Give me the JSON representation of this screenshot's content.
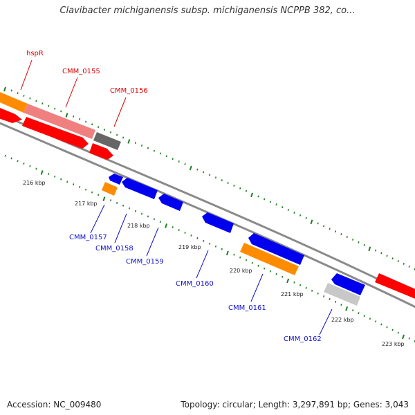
{
  "title": "Clavibacter michiganensis subsp. michiganensis NCPPB 382, co...",
  "footer": {
    "accession": "Accession: NC_009480",
    "summary": "Topology: circular; Length: 3,297,891 bp; Genes: 3,043"
  },
  "ticks": [
    "216 kbp",
    "217 kbp",
    "218 kbp",
    "219 kbp",
    "220 kbp",
    "221 kbp",
    "222 kbp",
    "223 kbp"
  ],
  "genes": [
    {
      "id": "hspR",
      "label": "hspR",
      "color": "#dd0000"
    },
    {
      "id": "CMM_0155",
      "label": "CMM_0155",
      "color": "#dd0000"
    },
    {
      "id": "CMM_0156",
      "label": "CMM_0156",
      "color": "#dd0000"
    },
    {
      "id": "CMM_0157",
      "label": "CMM_0157",
      "color": "#1010cc"
    },
    {
      "id": "CMM_0158",
      "label": "CMM_0158",
      "color": "#1010cc"
    },
    {
      "id": "CMM_0159",
      "label": "CMM_0159",
      "color": "#1010cc"
    },
    {
      "id": "CMM_0160",
      "label": "CMM_0160",
      "color": "#1010cc"
    },
    {
      "id": "CMM_0161",
      "label": "CMM_0161",
      "color": "#1010cc"
    },
    {
      "id": "CMM_0162",
      "label": "CMM_0162",
      "color": "#1010cc"
    }
  ],
  "colors": {
    "forward_cds": "#ff0000",
    "reverse_cds": "#0000ee",
    "orange_feature": "#ff8c00",
    "pink_feature": "#f08080",
    "dark_gray_feature": "#666666",
    "light_gray_feature": "#c8c8c8",
    "backbone": "#888888",
    "tick": "#1e7d1e"
  }
}
